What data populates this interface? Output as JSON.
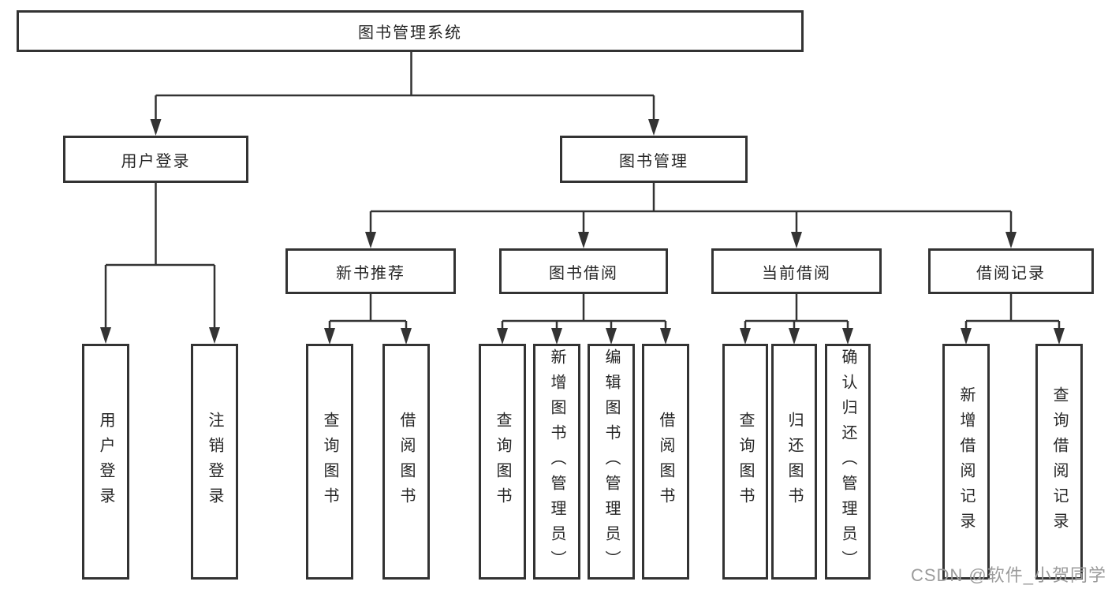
{
  "diagram": {
    "type": "hierarchy-tree",
    "colors": {
      "line": "#333333",
      "box_border": "#333333",
      "box_fill": "#ffffff",
      "text": "#262626",
      "watermark": "#9b9b9b"
    },
    "nodes": {
      "root": "图书管理系统",
      "login": "用户登录",
      "manage": "图书管理",
      "recommend": "新书推荐",
      "borrow": "图书借阅",
      "current": "当前借阅",
      "records": "借阅记录",
      "login_user": "用户登录",
      "login_logout": "注销登录",
      "rec_query": "查询图书",
      "rec_borrow": "借阅图书",
      "bor_query": "查询图书",
      "bor_add": "新增图书（管理员）",
      "bor_edit": "编辑图书（管理员）",
      "bor_borrow": "借阅图书",
      "cur_query": "查询图书",
      "cur_return": "归还图书",
      "cur_confirm": "确认归还（管理员）",
      "log_add": "新增借阅记录",
      "log_query": "查询借阅记录"
    },
    "structure": {
      "root": [
        "login",
        "manage"
      ],
      "login": [
        "login_user",
        "login_logout"
      ],
      "manage": [
        "recommend",
        "borrow",
        "current",
        "records"
      ],
      "recommend": [
        "rec_query",
        "rec_borrow"
      ],
      "borrow": [
        "bor_query",
        "bor_add",
        "bor_edit",
        "bor_borrow"
      ],
      "current": [
        "cur_query",
        "cur_return",
        "cur_confirm"
      ],
      "records": [
        "log_add",
        "log_query"
      ]
    },
    "watermark": "CSDN @软件_小贺同学"
  }
}
